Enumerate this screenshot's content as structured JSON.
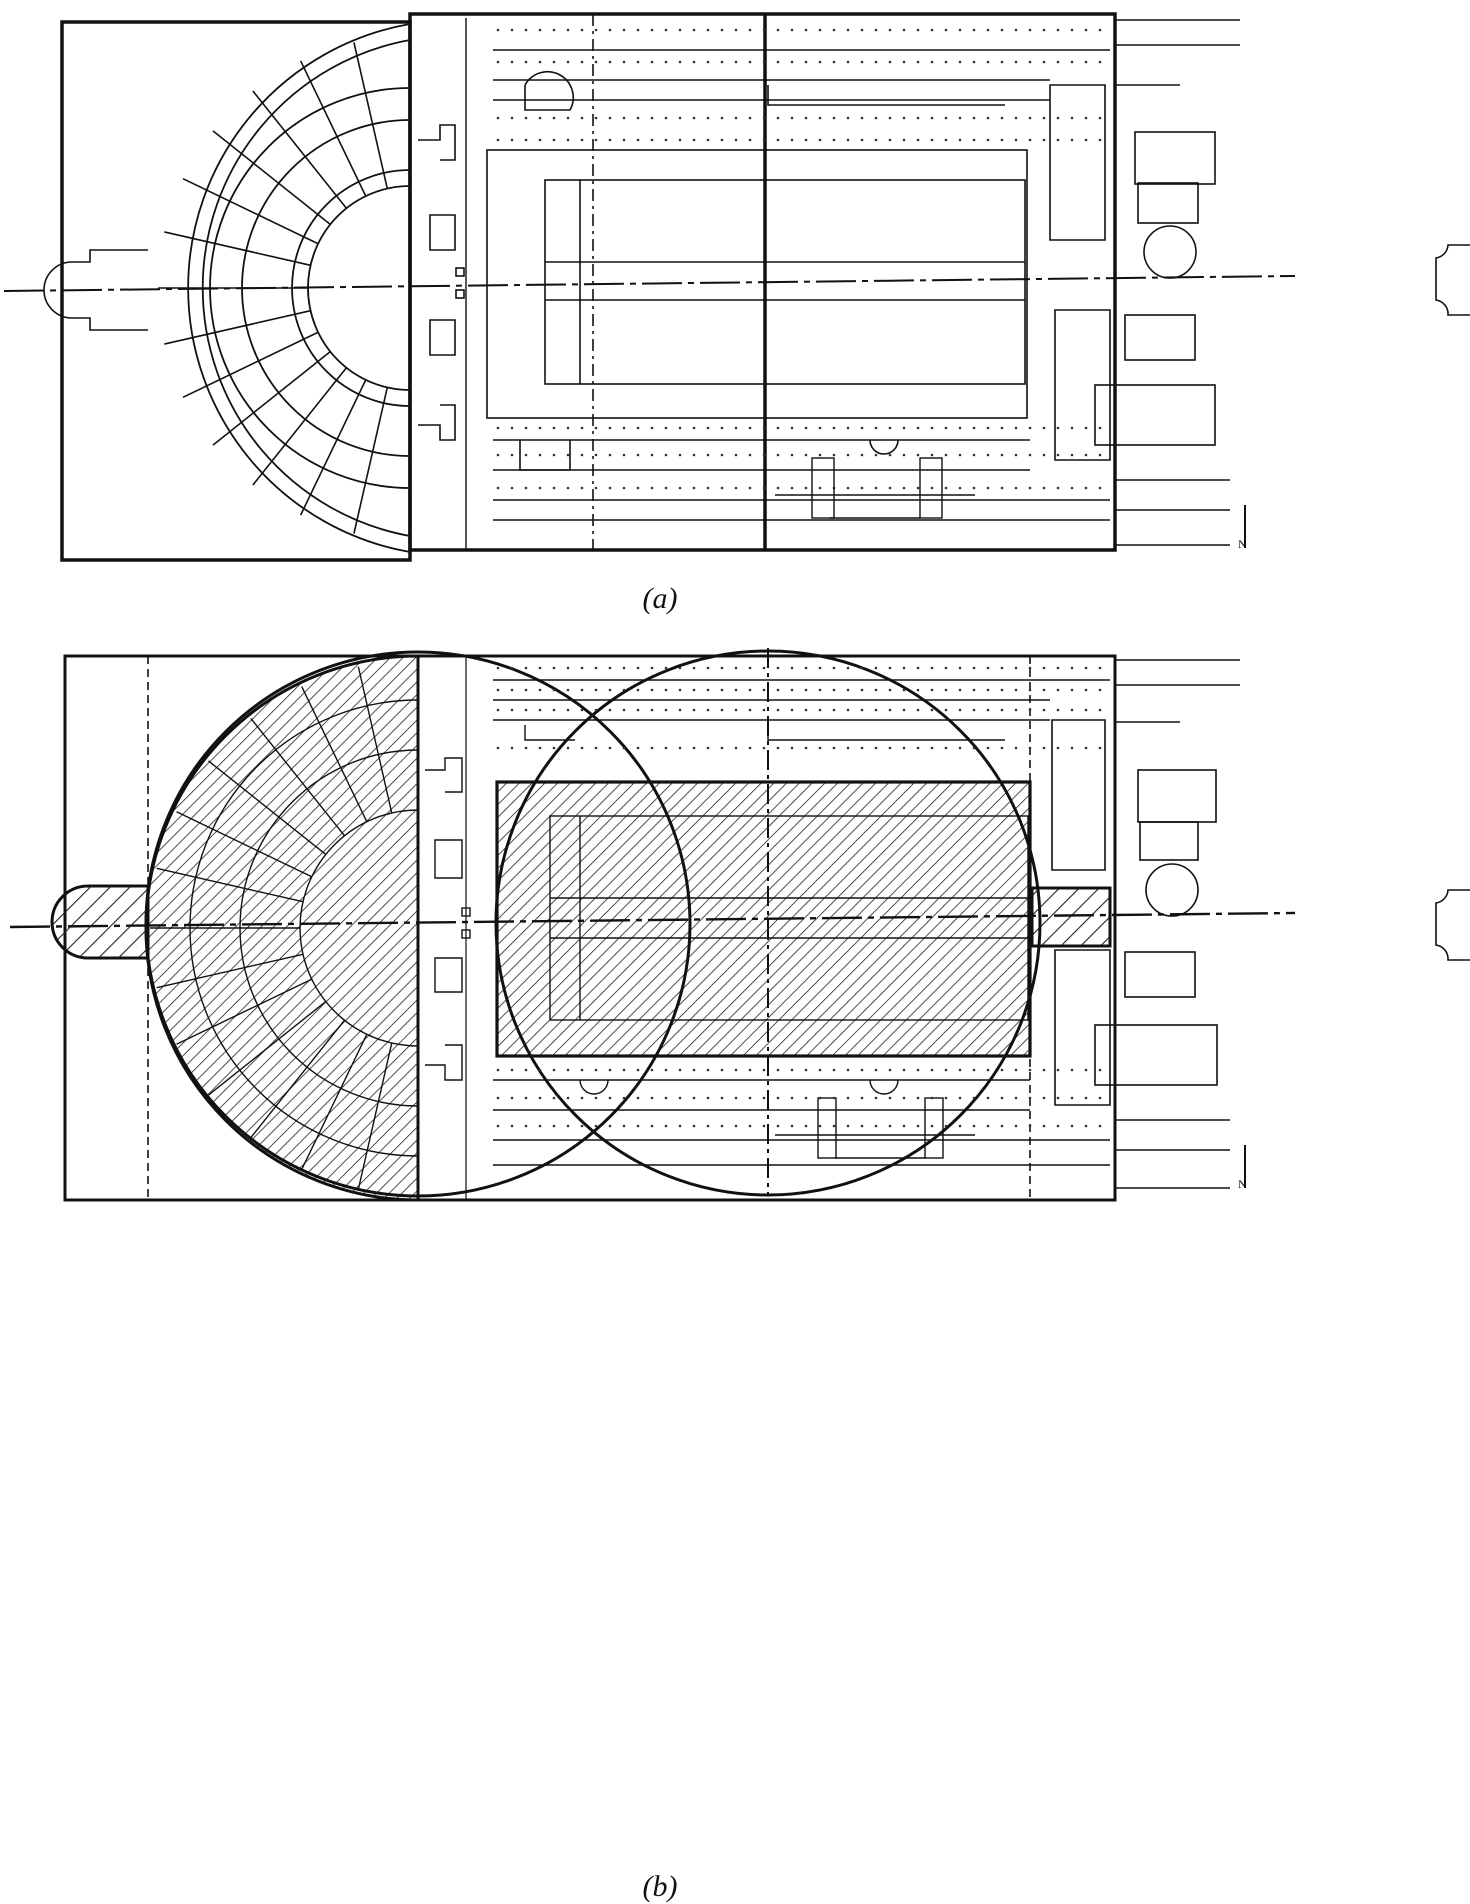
{
  "figures": [
    {
      "id": "a",
      "caption": "(a)"
    },
    {
      "id": "b",
      "caption": "(b)"
    }
  ],
  "north_marker": "N",
  "colors": {
    "ink": "#111111",
    "hatch": "#222222",
    "paper": "#ffffff"
  }
}
